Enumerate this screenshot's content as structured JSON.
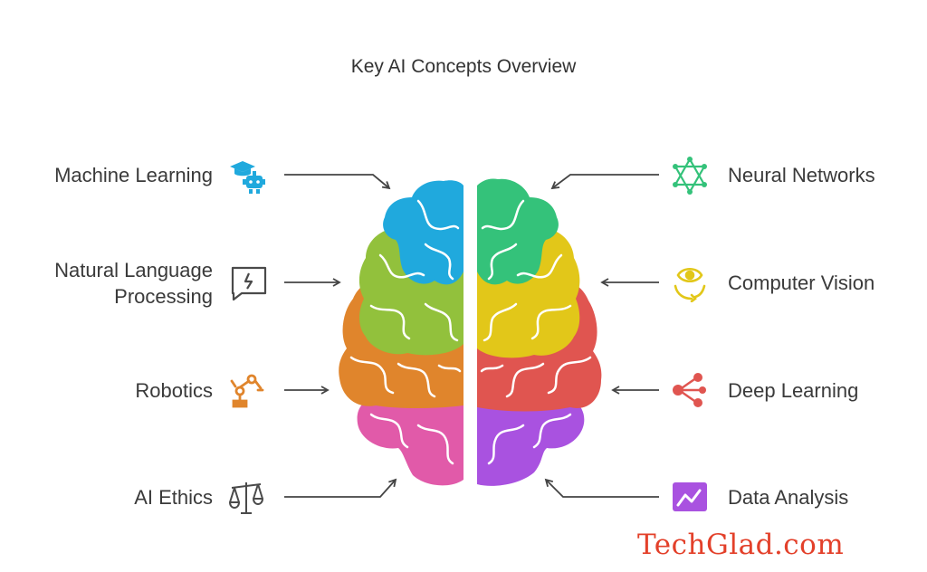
{
  "title": "Key AI Concepts Overview",
  "concepts_left": [
    {
      "label": "Machine Learning",
      "icon": "graduation-cap-robot-icon",
      "color": "#20a9dd"
    },
    {
      "label": "Natural Language\nProcessing",
      "icon": "speech-bubble-icon",
      "color": "#4a4a4a"
    },
    {
      "label": "Robotics",
      "icon": "robotic-arm-icon",
      "color": "#e0852c"
    },
    {
      "label": "AI Ethics",
      "icon": "balance-scale-icon",
      "color": "#4a4a4a"
    }
  ],
  "concepts_right": [
    {
      "label": "Neural Networks",
      "icon": "network-star-icon",
      "color": "#34c27a"
    },
    {
      "label": "Computer Vision",
      "icon": "eye-cycle-icon",
      "color": "#e2c719"
    },
    {
      "label": "Deep Learning",
      "icon": "nodes-icon",
      "color": "#e05550"
    },
    {
      "label": "Data Analysis",
      "icon": "chart-line-icon",
      "color": "#a952e0"
    }
  ],
  "brain_colors": {
    "blue": "#20a9dd",
    "green": "#92c13c",
    "orange": "#e0852c",
    "pink": "#e15aa9",
    "teal": "#34c27a",
    "yellow": "#e2c719",
    "red": "#e05550",
    "purple": "#a952e0"
  },
  "brand": "TechGlad.com",
  "brand_color": "#e3402a"
}
